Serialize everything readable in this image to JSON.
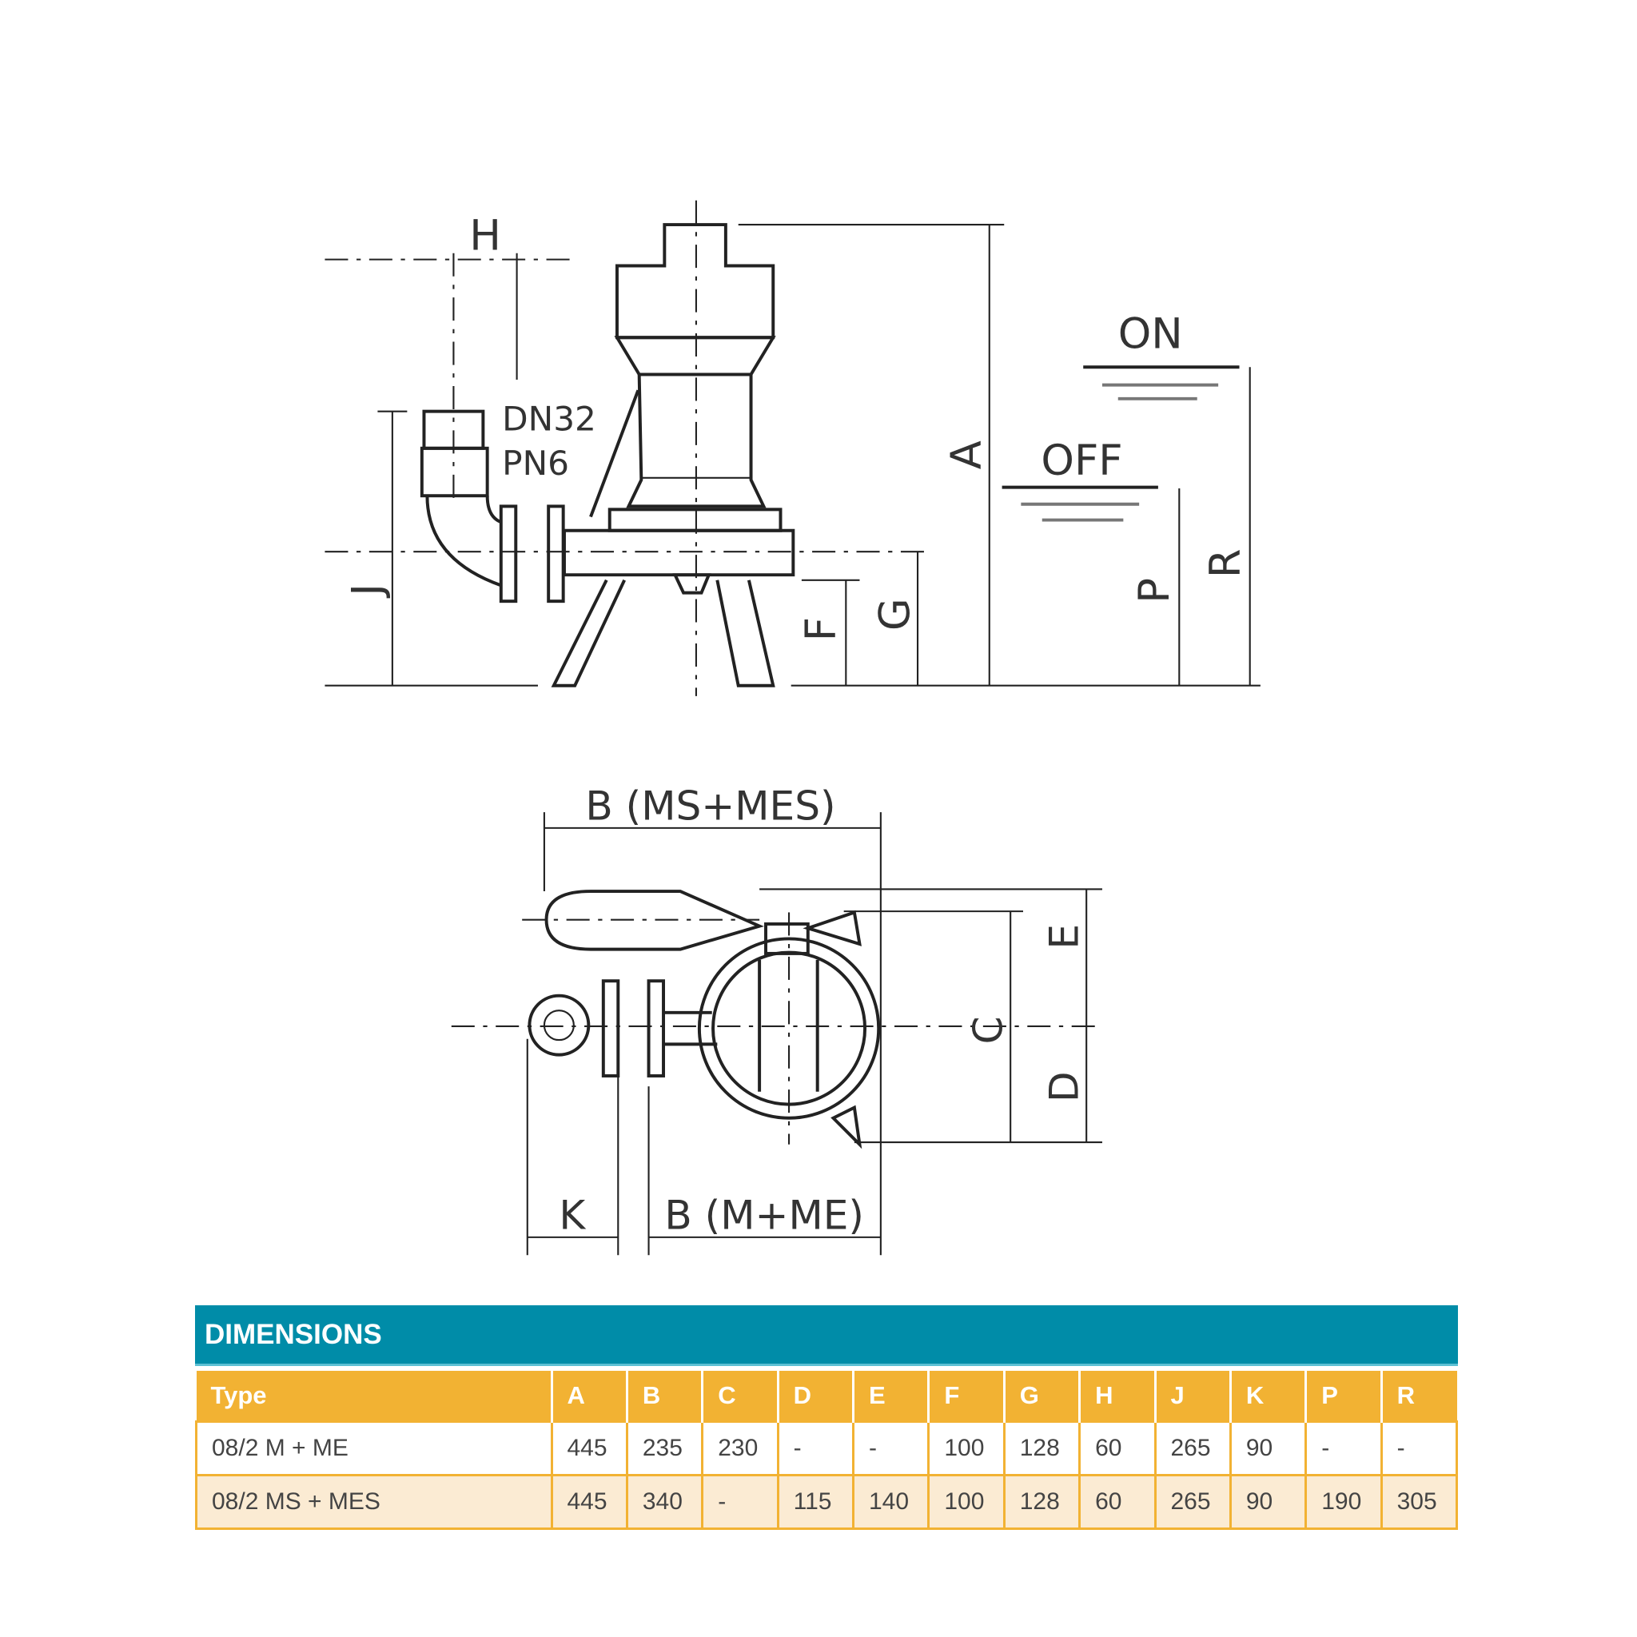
{
  "drawing": {
    "labels": {
      "H": "H",
      "DN": "DN32",
      "PN": "PN6",
      "A": "A",
      "ON": "ON",
      "OFF": "OFF",
      "J": "J",
      "F": "F",
      "G": "G",
      "P": "P",
      "R": "R",
      "B_MS": "B  (MS+MES)",
      "E": "E",
      "C": "C",
      "D": "D",
      "K": "K",
      "B_M": "B  (M+ME)"
    }
  },
  "table": {
    "title": "DIMENSIONS",
    "headers": [
      "Type",
      "A",
      "B",
      "C",
      "D",
      "E",
      "F",
      "G",
      "H",
      "J",
      "K",
      "P",
      "R"
    ],
    "rows": [
      [
        "08/2 M + ME",
        "445",
        "235",
        "230",
        "-",
        "-",
        "100",
        "128",
        "60",
        "265",
        "90",
        "-",
        "-"
      ],
      [
        "08/2 MS + MES",
        "445",
        "340",
        "-",
        "115",
        "140",
        "100",
        "128",
        "60",
        "265",
        "90",
        "190",
        "305"
      ]
    ],
    "colors": {
      "title_bg": "#008ca8",
      "header_bg": "#f2b233",
      "alt_row_bg": "#fbebd3"
    }
  }
}
